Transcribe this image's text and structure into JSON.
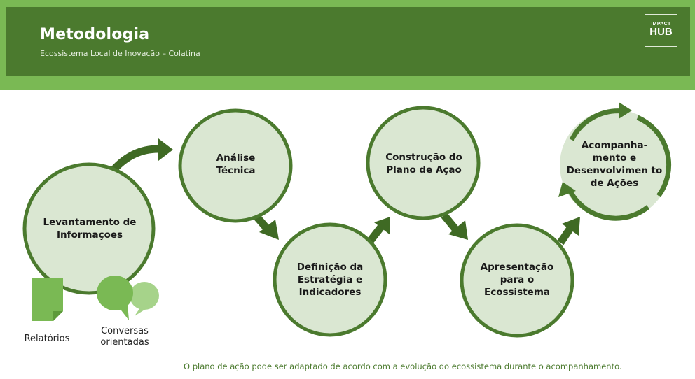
{
  "header": {
    "title": "Metodologia",
    "subtitle": "Ecossistema Local de Inovação – Colatina",
    "logo_line1": "IMPACT",
    "logo_line2": "HUB"
  },
  "steps": [
    {
      "label": "Levantamento de Informações"
    },
    {
      "label": "Análise Técnica"
    },
    {
      "label": "Definição da Estratégia e Indicadores"
    },
    {
      "label": "Construção do Plano de Ação"
    },
    {
      "label": "Apresentação para o Ecossistema"
    },
    {
      "label": "Acompanha-mento e Desenvolvimen to de Ações"
    }
  ],
  "icons": {
    "report_caption": "Relatórios",
    "conversation_caption": "Conversas orientadas",
    "report_icon": "document-icon",
    "conversation_icon": "chat-bubbles-icon"
  },
  "footer": "O plano de ação pode ser adaptado de acordo com a evolução do ecossistema durante o acompanhamento.",
  "colors": {
    "dark_green": "#4b7a2e",
    "light_green": "#7ab954",
    "circle_fill": "#dae7d2",
    "arrow": "#3f6a24"
  }
}
